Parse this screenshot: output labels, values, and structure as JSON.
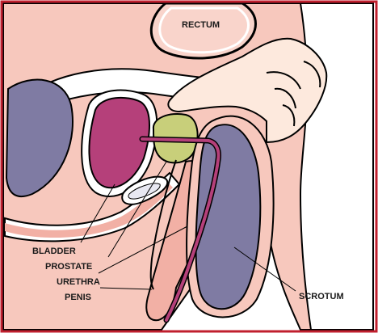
{
  "labels": {
    "rectum": "RECTUM",
    "bladder": "BLADDER",
    "prostate": "PROSTATE",
    "urethra": "URETHRA",
    "penis": "PENIS",
    "scrotum": "SCROTUM"
  },
  "colors": {
    "border": "#c01f2e",
    "body_skin": "#f7c8bd",
    "inner_skin": "#f2b0a5",
    "rectum_bg": "#f9d4cb",
    "bladder": "#b5407a",
    "prostate": "#c8cf7a",
    "scrotum": "#7f7ba3",
    "pubic_bone": "#7f7ba3",
    "urethra": "#b5407a",
    "hand": "#fde9dd",
    "outline": "#000000"
  }
}
